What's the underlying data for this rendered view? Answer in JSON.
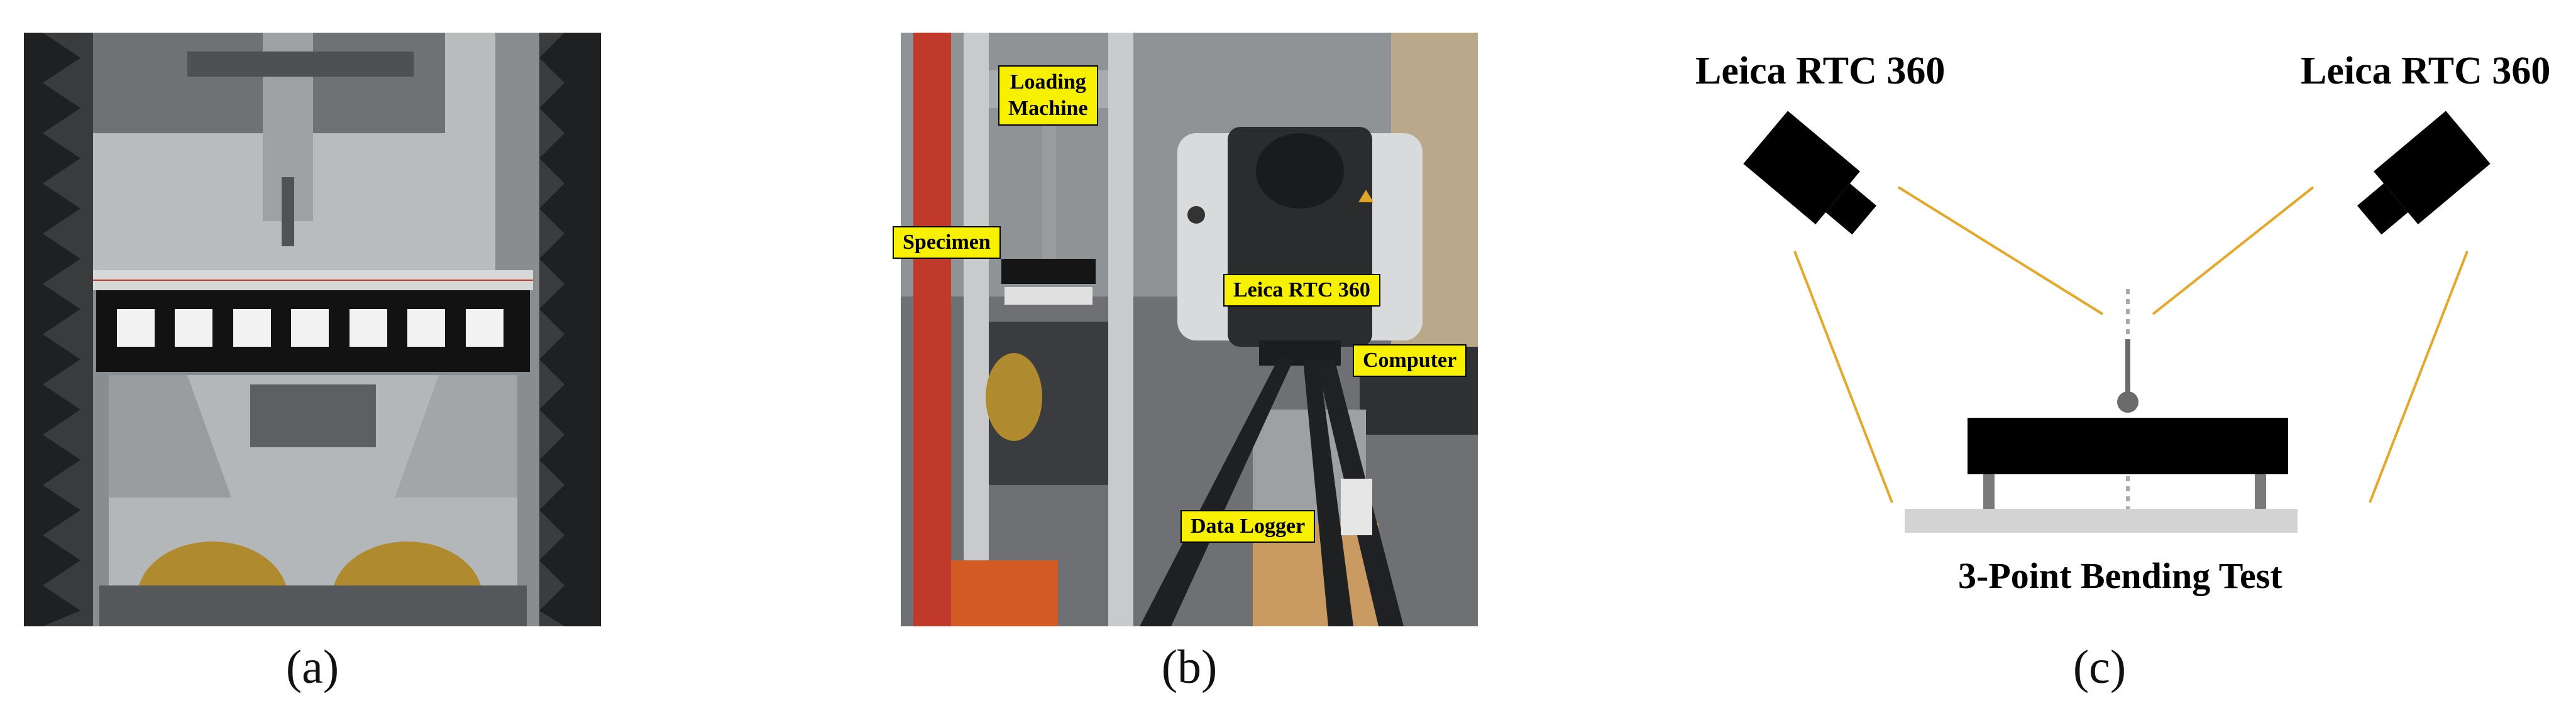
{
  "panels": {
    "a": {
      "caption": "(a)"
    },
    "b": {
      "caption": "(b)",
      "labels": {
        "loading_machine": "Loading\nMachine",
        "specimen": "Specimen",
        "scanner": "Leica RTC 360",
        "computer": "Computer",
        "data_logger": "Data Logger"
      },
      "label_color": "#f7f000"
    },
    "c": {
      "caption": "(c)",
      "scanner_left": "Leica RTC 360",
      "scanner_right": "Leica RTC 360",
      "test_label": "3-Point Bending Test",
      "line_color": "#e6a82a"
    }
  }
}
